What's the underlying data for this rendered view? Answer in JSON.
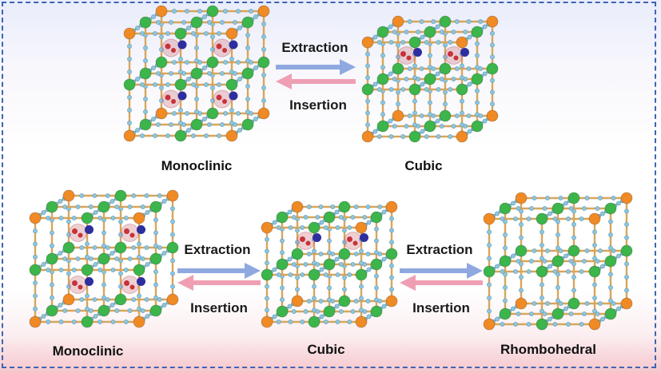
{
  "structures": [
    {
      "label": "Monoclinic",
      "guests": 4
    },
    {
      "label": "Cubic",
      "guests": 2
    },
    {
      "label": "Monoclinic",
      "guests": 4
    },
    {
      "label": "Cubic",
      "guests": 2
    },
    {
      "label": "Rhombohedral",
      "guests": 0
    }
  ],
  "transitions": [
    {
      "forward": "Extraction",
      "reverse": "Insertion"
    },
    {
      "forward": "Extraction",
      "reverse": "Insertion"
    },
    {
      "forward": "Extraction",
      "reverse": "Insertion"
    }
  ],
  "colors": {
    "frame": "#3f63b5",
    "forward_arrow": "#8fa8e0",
    "reverse_arrow": "#ef9fb4",
    "orange_atom": "#f08a24",
    "green_atom": "#3cb54a",
    "small_atom": "#8fc6dc",
    "bond": "#d9a55a",
    "guest_blue": "#2d2f9e",
    "guest_red": "#c8323a"
  }
}
